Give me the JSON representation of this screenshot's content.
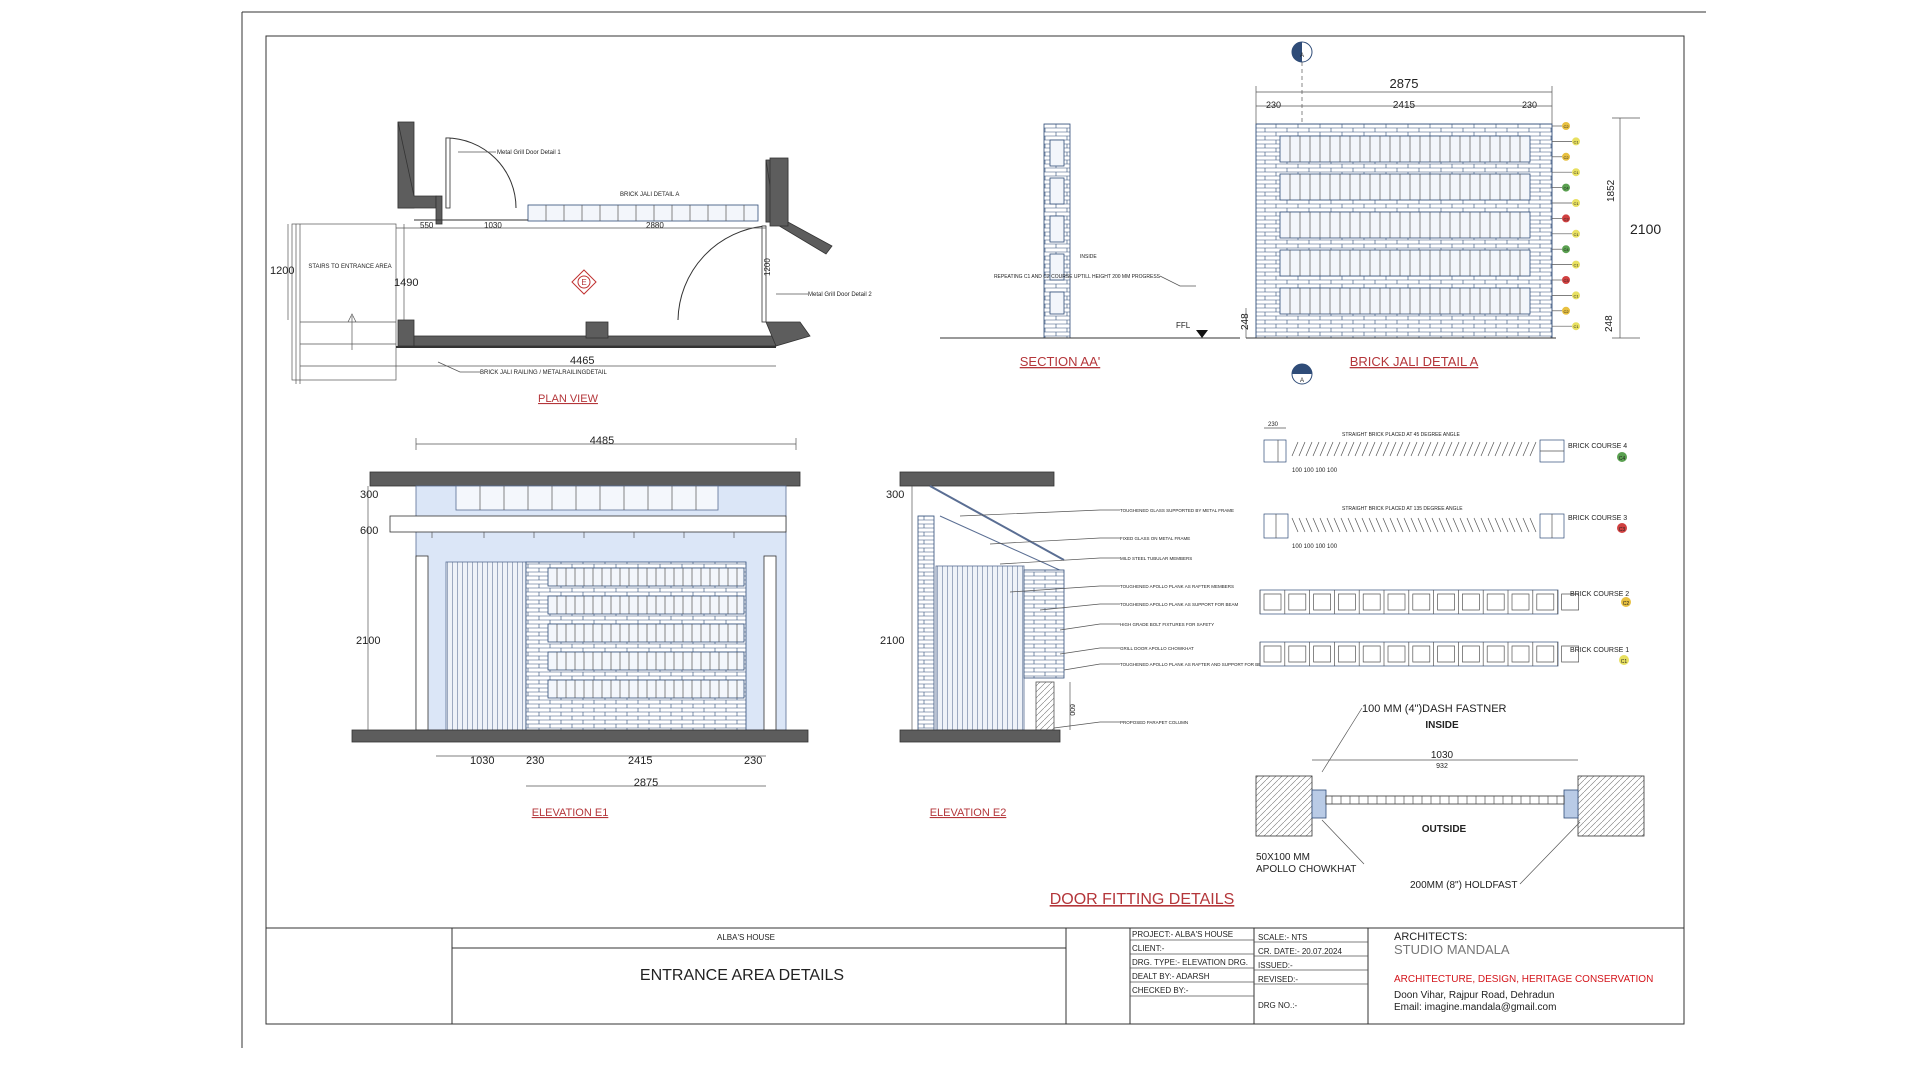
{
  "plan": {
    "label_door1": "Metal Grill Door Detail 1",
    "label_jali": "BRICK JALI DETAIL A",
    "label_stairs": "STAIRS TO ENTRANCE AREA",
    "label_door2": "Metal Grill Door Detail 2",
    "label_railing": "BRICK JALI RAILING / METALRAILINGDETAIL",
    "dim_550": "550",
    "dim_1030": "1030",
    "dim_2880": "2880",
    "dim_1200_left": "1200",
    "dim_1490": "1490",
    "dim_1200_door": "1200",
    "dim_4465": "4465",
    "marker": "E",
    "title": "PLAN VIEW"
  },
  "section": {
    "label_inside": "INSIDE",
    "label_repeat": "REPEATING C1 AND C2 COURSE UPTILL HEIGHT 200 MM PROGRESS",
    "label_ffl": "FFL",
    "title": "SECTION AA'"
  },
  "jali_detail": {
    "marker_top": "A",
    "marker_bottom": "A",
    "dim_2875": "2875",
    "dim_230_left": "230",
    "dim_2415": "2415",
    "dim_230_right": "230",
    "dim_1852": "1852",
    "dim_2100": "2100",
    "dim_248_left": "248",
    "dim_248_right": "248",
    "courses": [
      "C2",
      "C1",
      "C2",
      "C1",
      "C4",
      "C1",
      "C3",
      "C1",
      "C4",
      "C1",
      "C3",
      "C1",
      "C2",
      "C1"
    ],
    "title": "BRICK JALI DETAIL A"
  },
  "elevation_e1": {
    "dim_4485": "4485",
    "dim_300": "300",
    "dim_600": "600",
    "dim_2100": "2100",
    "dim_1030": "1030",
    "dim_230_a": "230",
    "dim_2415": "2415",
    "dim_230_b": "230",
    "dim_2875": "2875",
    "title": "ELEVATION E1"
  },
  "elevation_e2": {
    "dim_300": "300",
    "dim_2100": "2100",
    "dim_side": "600",
    "notes": [
      "TOUGHENED GLASS SUPPORTED BY METAL FRAME",
      "FIXED GLASS ON METAL FRAME",
      "MILD STEEL TUBULAR MEMBERS",
      "TOUGHENED APOLLO PLANK AS RAFTER MEMBERS",
      "TOUGHENED APOLLO PLANK AS SUPPORT FOR BEAM",
      "HIGH GRADE BOLT FIXTURES FOR SAFETY",
      "GRILL DOOR APOLLO CHOWKHAT",
      "TOUGHENED APOLLO PLANK AS RAFTER AND SUPPORT FOR BEAM",
      "PROPOSED PARAPET COLUMN"
    ],
    "title": "ELEVATION E2"
  },
  "courses_detail": {
    "c4_dim": "230",
    "c4_sub": "100 100 100 100",
    "c4_note": "STRAIGHT BRICK PLACED AT 45 DEGREE ANGLE",
    "c4_label": "BRICK COURSE 4",
    "c4_tag": "C4",
    "c3_sub": "100 100 100 100",
    "c3_note": "STRAIGHT BRICK PLACED AT 135 DEGREE ANGLE",
    "c3_label": "BRICK COURSE 3",
    "c3_tag": "C3",
    "c2_label": "BRICK COURSE 2",
    "c2_tag": "C2",
    "c1_label": "BRICK COURSE 1",
    "c1_tag": "C1"
  },
  "door_fitting": {
    "fastner": "100 MM (4\")DASH FASTNER",
    "inside": "INSIDE",
    "dim_1030": "1030",
    "dim_932": "932",
    "outside": "OUTSIDE",
    "chowkhat_1": "50X100 MM",
    "chowkhat_2": "APOLLO CHOWKHAT",
    "holdfast": "200MM (8\") HOLDFAST",
    "title": "DOOR FITTING DETAILS"
  },
  "title_block": {
    "project_small": "ALBA'S HOUSE",
    "drawing_title": "ENTRANCE AREA DETAILS",
    "project": "PROJECT:- ALBA'S HOUSE",
    "client": "CLIENT:-",
    "drg_type": "DRG. TYPE:- ELEVATION DRG.",
    "dealt_by": "DEALT BY:- ADARSH",
    "checked_by": "CHECKED BY:-",
    "scale": "SCALE:- NTS",
    "cr_date": "CR. DATE:- 20.07.2024",
    "issued": "ISSUED:-",
    "revised": "REVISED:-",
    "drg_no": "DRG NO.:-",
    "architects": "ARCHITECTS:",
    "studio": "STUDIO MANDALA",
    "tagline": "ARCHITECTURE, DESIGN, HERITAGE CONSERVATION",
    "address": "Doon Vihar, Rajpur Road, Dehradun",
    "email": "Email: imagine.mandala@gmail.com"
  },
  "colors": {
    "title_red": "#b4363a",
    "tagline_red": "#d4151b",
    "brick_line": "#2f4c78",
    "glass": "#dbe6f7",
    "tag_yellow": "#e8c040",
    "tag_green": "#5aa050",
    "tag_red": "#d04040"
  }
}
